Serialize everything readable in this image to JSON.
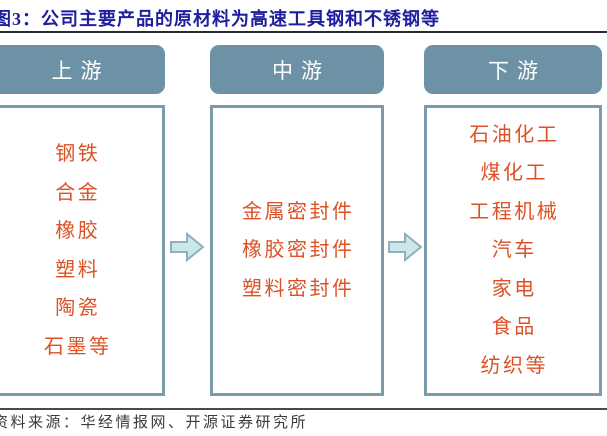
{
  "title": "图3：公司主要产品的原材料为高速工具钢和不锈钢等",
  "source": "资料来源：华经情报网、开源证券研究所",
  "colors": {
    "header_bg": "#6D91A5",
    "box_border": "#7C9CAB",
    "item_red": "#DC5226",
    "title_navy": "#1E1E9E",
    "arrow_fill": "#CBE7EB",
    "arrow_stroke": "#8FB0BA",
    "rule_dark": "#2A2A33",
    "footer_gray": "#3C3C3C"
  },
  "columns": [
    {
      "header": "上游",
      "items": [
        "钢铁",
        "合金",
        "橡胶",
        "塑料",
        "陶瓷",
        "石墨等"
      ]
    },
    {
      "header": "中游",
      "items": [
        "金属密封件",
        "橡胶密封件",
        "塑料密封件"
      ]
    },
    {
      "header": "下游",
      "items": [
        "石油化工",
        "煤化工",
        "工程机械",
        "汽车",
        "家电",
        "食品",
        "纺织等"
      ]
    }
  ]
}
